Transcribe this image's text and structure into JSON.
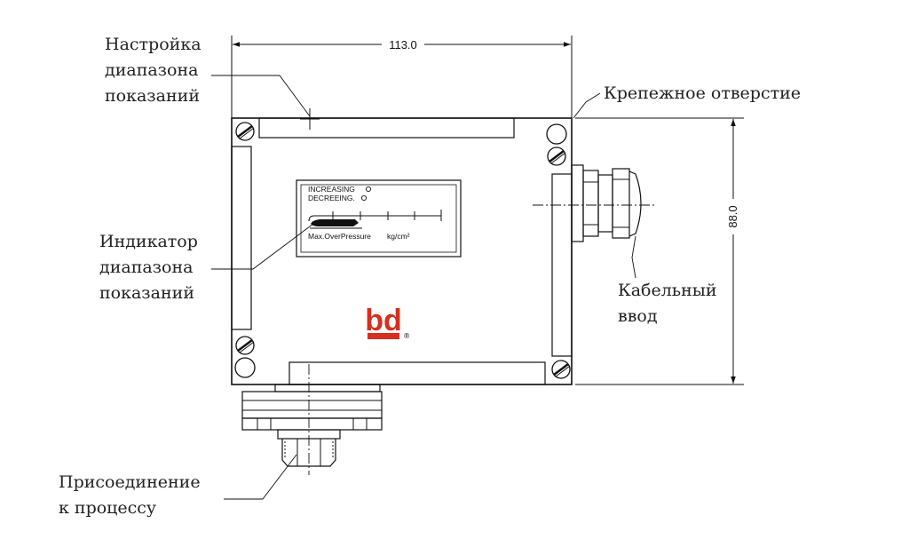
{
  "dimensions": {
    "width": "113.0",
    "height": "88.0"
  },
  "callouts": {
    "range_adjust": [
      "Настройка",
      "диапазона",
      "показаний"
    ],
    "mounting_hole": [
      "Крепежное отверстие"
    ],
    "range_indicator": [
      "Индикатор",
      "диапазона",
      "показаний"
    ],
    "cable_entry": [
      "Кабельный",
      "ввод"
    ],
    "process_connection": [
      "Присоединение",
      "к процессу"
    ]
  },
  "indicator_panel": {
    "increasing": "INCREASING",
    "decreasing": "DECREEING.",
    "max_overpressure": "Max.OverPressure",
    "unit": "kg/cm²"
  },
  "logo": {
    "text": "bd",
    "mark": "®",
    "color": "#d62e1f"
  }
}
